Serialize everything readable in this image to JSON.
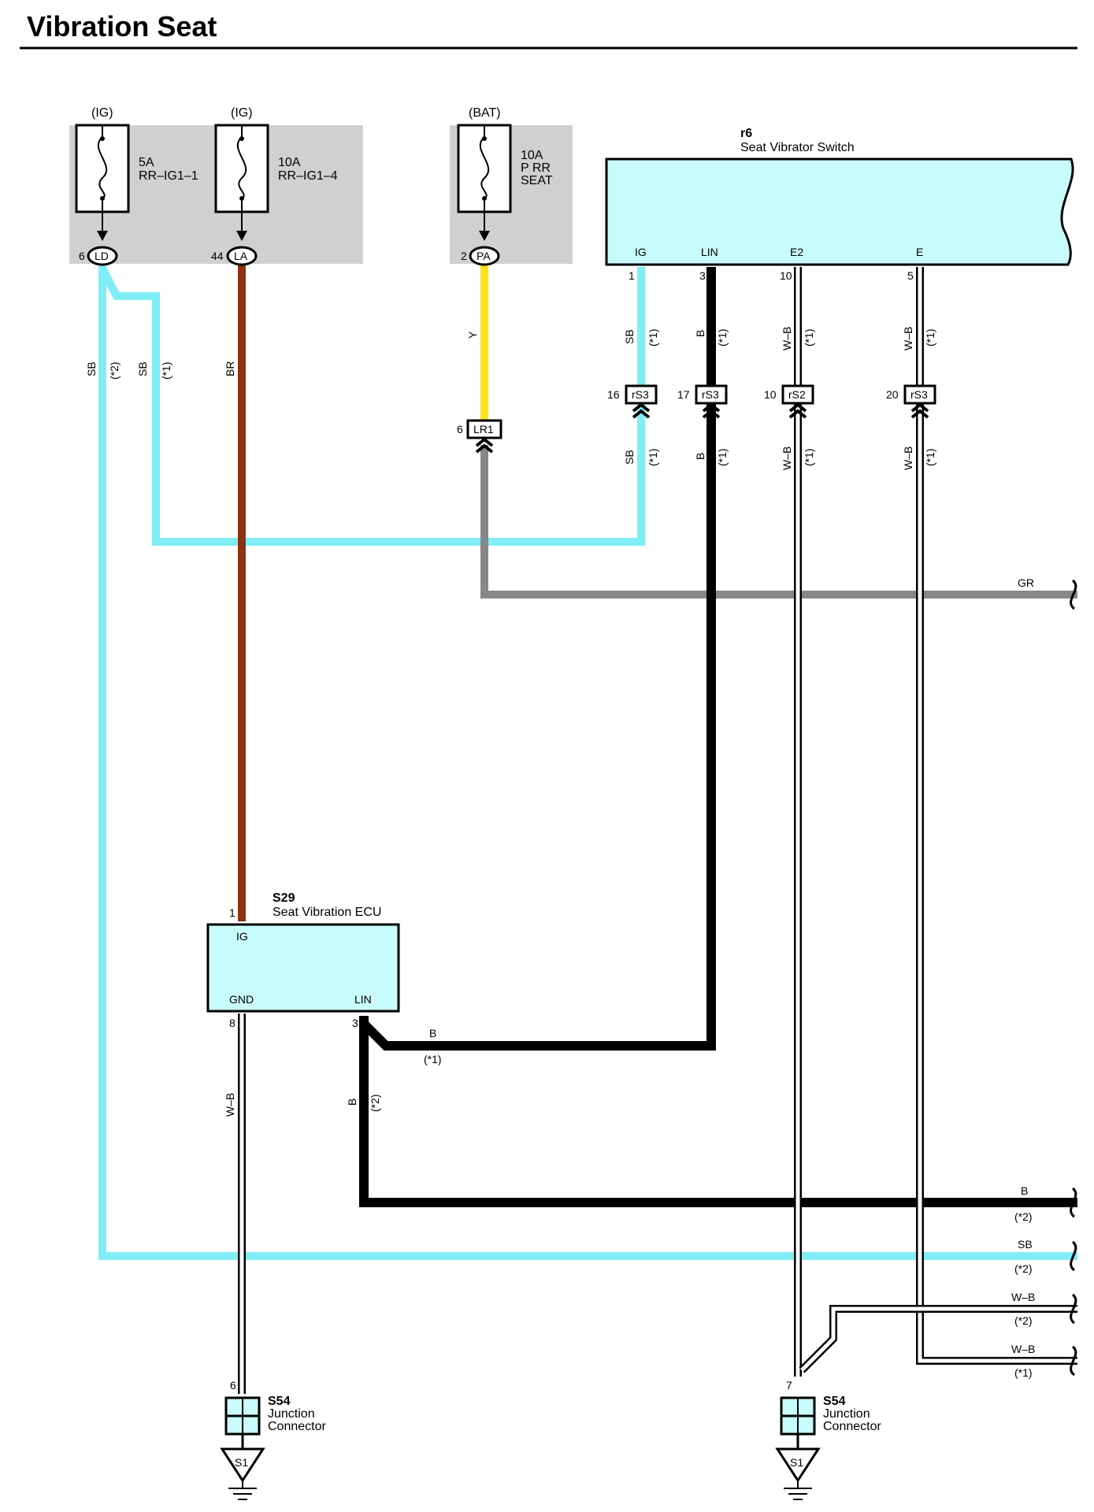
{
  "title": "Vibration Seat",
  "colors": {
    "SB": "#80eef6",
    "BR": "#8a3312",
    "Y": "#ffe21c",
    "B": "#000000",
    "GR": "#888888",
    "W-B": "#ffffff",
    "component_fill": "#c8fbfb",
    "fuse_box": "#d0d0d0"
  },
  "fuses": [
    {
      "source": "(IG)",
      "rating": "5A",
      "name": "RR–IG1–1",
      "pin": "6",
      "terminal": "LD"
    },
    {
      "source": "(IG)",
      "rating": "10A",
      "name": "RR–IG1–4",
      "pin": "44",
      "terminal": "LA"
    },
    {
      "source": "(BAT)",
      "rating": "10A",
      "name_line1": "P RR",
      "name_line2": "SEAT",
      "pin": "2",
      "terminal": "PA"
    }
  ],
  "switch": {
    "code": "r6",
    "name": "Seat Vibrator Switch",
    "terminals": [
      {
        "label": "IG",
        "pin": "1"
      },
      {
        "label": "LIN",
        "pin": "3"
      },
      {
        "label": "E2",
        "pin": "10"
      },
      {
        "label": "E",
        "pin": "5"
      }
    ]
  },
  "ecu": {
    "code": "S29",
    "name": "Seat Vibration ECU",
    "terminals": [
      {
        "label": "IG",
        "pin": "1"
      },
      {
        "label": "GND",
        "pin": "8"
      },
      {
        "label": "LIN",
        "pin": "3"
      }
    ]
  },
  "junction_connectors": [
    {
      "code": "S54",
      "line1": "Junction",
      "line2": "Connector",
      "pin": "6",
      "ground": "S1"
    },
    {
      "code": "S54",
      "line1": "Junction",
      "line2": "Connector",
      "pin": "7",
      "ground": "S1"
    }
  ],
  "connectors": [
    {
      "pin": "16",
      "name": "rS3"
    },
    {
      "pin": "17",
      "name": "rS3"
    },
    {
      "pin": "10",
      "name": "rS2"
    },
    {
      "pin": "20",
      "name": "rS3"
    },
    {
      "pin": "6",
      "name": "LR1"
    }
  ],
  "wires": {
    "sb": "SB",
    "br": "BR",
    "y": "Y",
    "b": "B",
    "wb": "W–B",
    "gr": "GR",
    "note1": "(*1)",
    "note2": "(*2)"
  },
  "exits": [
    {
      "color": "GR",
      "note": ""
    },
    {
      "color": "B",
      "note": "(*2)"
    },
    {
      "color": "SB",
      "note": "(*2)"
    },
    {
      "color": "W–B",
      "note": "(*2)"
    },
    {
      "color": "W–B",
      "note": "(*1)"
    }
  ]
}
